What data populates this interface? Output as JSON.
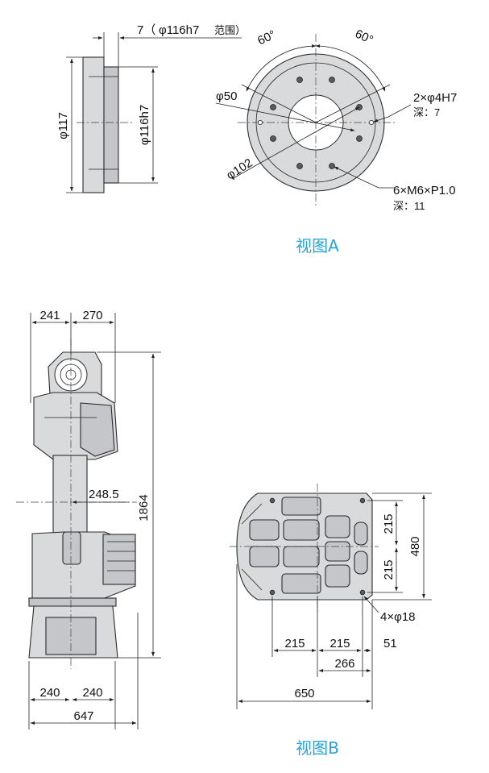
{
  "view_a": {
    "caption": "视图A",
    "flange_depth": "7（",
    "flange_fit": "φ116h7",
    "flange_fit_range": "范围）",
    "dia_117": "φ117",
    "dia_116h7": "φ116h7",
    "angle_left": "60°",
    "angle_right": "60°",
    "dia_50": "φ50",
    "dia_102": "φ102",
    "pin_holes": "2×φ4H7",
    "pin_depth": "深：7",
    "tapped_holes": "6×M6×P1.0",
    "tapped_depth": "深：11"
  },
  "side_view": {
    "dim_241": "241",
    "dim_270": "270",
    "dim_248_5": "248.5",
    "dim_1864": "1864",
    "dim_240_left": "240",
    "dim_240_right": "240",
    "dim_647": "647"
  },
  "view_b": {
    "caption": "视图B",
    "dim_215_top": "215",
    "dim_215_bottom": "215",
    "dim_480": "480",
    "mount_holes": "4×φ18",
    "dim_215_a": "215",
    "dim_215_b": "215",
    "dim_51": "51",
    "dim_266": "266",
    "dim_650": "650"
  },
  "colors": {
    "caption": "#29a3d6",
    "part_fill": "#d9dadc",
    "line": "#222222"
  }
}
